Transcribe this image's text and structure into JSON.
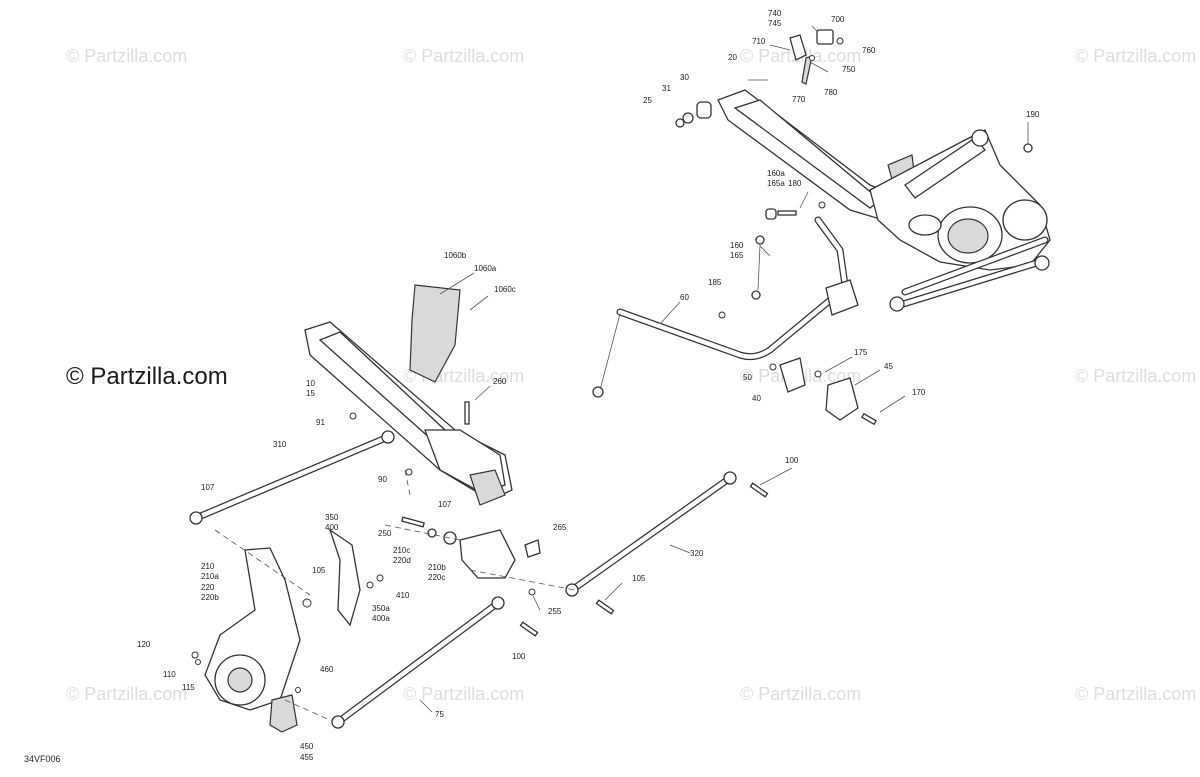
{
  "copyright": "© Partzilla.com",
  "watermark": "© Partzilla.com",
  "diagram_code": "34VF006",
  "callouts": {
    "c740": "740",
    "c745": "745",
    "c700": "700",
    "c710": "710",
    "c760": "760",
    "c20": "20",
    "c750": "750",
    "c30": "30",
    "c770": "770",
    "c780": "780",
    "c31": "31",
    "c25": "25",
    "c190": "190",
    "c160a": "160a",
    "c165a": "165a",
    "c180": "180",
    "c160": "160",
    "c165": "165",
    "c185": "185",
    "c60": "60",
    "c1060b": "1060b",
    "c1060a": "1060a",
    "c1060c": "1060c",
    "c10": "10",
    "c15": "15",
    "c260": "260",
    "c91": "91",
    "c175": "175",
    "c45": "45",
    "c50": "50",
    "c40": "40",
    "c170": "170",
    "c310": "310",
    "c90": "90",
    "c107a": "107",
    "c107b": "107",
    "c100a": "100",
    "c350": "350",
    "c400": "400",
    "c250": "250",
    "c265": "265",
    "c210c": "210c",
    "c220d": "220d",
    "c210b": "210b",
    "c220c": "220c",
    "c320": "320",
    "c210": "210",
    "c210a": "210a",
    "c220": "220",
    "c220b": "220b",
    "c105a": "105",
    "c105b": "105",
    "c410": "410",
    "c350a": "350a",
    "c400a": "400a",
    "c255": "255",
    "c120": "120",
    "c110": "110",
    "c115": "115",
    "c100b": "100",
    "c460": "460",
    "c75": "75",
    "c450": "450",
    "c455": "455"
  }
}
